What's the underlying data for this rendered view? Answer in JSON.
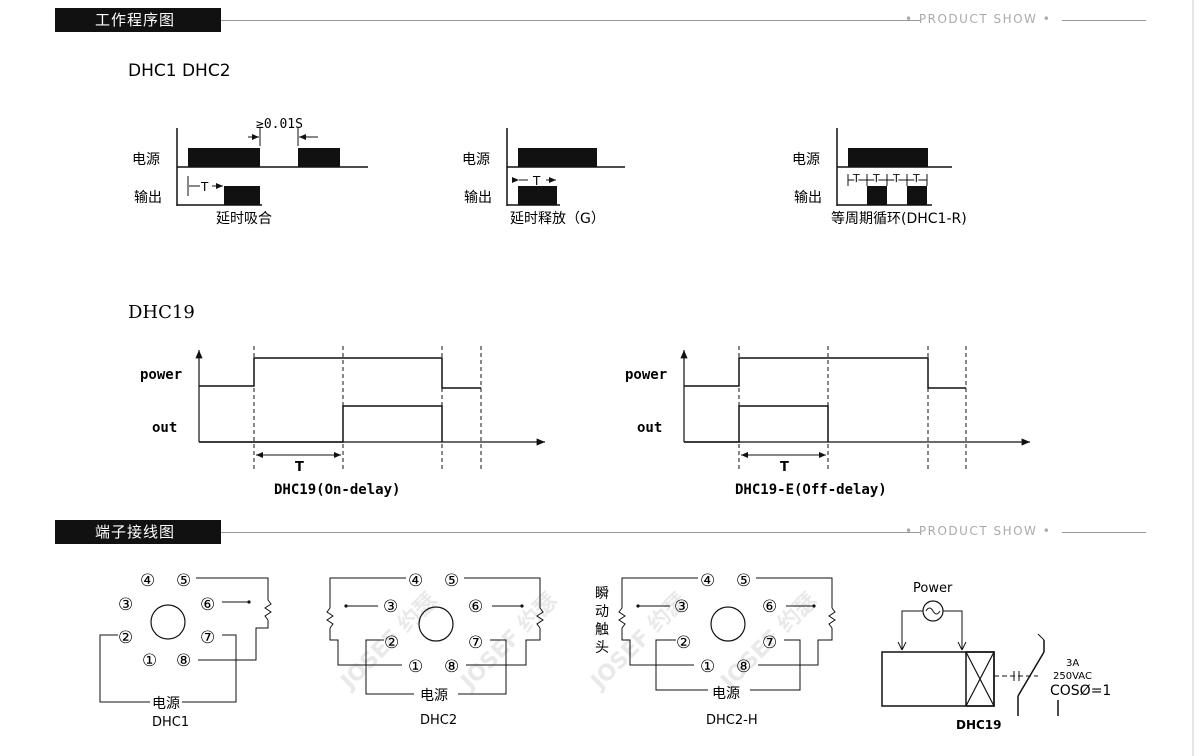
{
  "sections": [
    {
      "tab": "工作程序图",
      "product_show": "• PRODUCT SHOW •"
    },
    {
      "tab": "端子接线图",
      "product_show": "• PRODUCT SHOW •"
    }
  ],
  "timing1": {
    "heading": "DHC1  DHC2",
    "power_label": "电源",
    "output_label": "输出",
    "min_off": "≥0.01S",
    "t_symbol": "T",
    "d1_caption": "延时吸合",
    "d2_caption": "延时释放（G）",
    "d3_caption": "等周期循环(DHC1-R)"
  },
  "timing2": {
    "heading": "DHC19",
    "power_label": "power",
    "out_label": "out",
    "t_symbol": "T",
    "d1_caption": "DHC19(On-delay)",
    "d2_caption": "DHC19-E(Off-delay)"
  },
  "wiring": {
    "pins": [
      "④",
      "⑤",
      "③",
      "⑥",
      "②",
      "⑦",
      "①",
      "⑧"
    ],
    "supply_label": "电源",
    "instant_contact": "瞬动触头",
    "dhc1_caption": "DHC1",
    "dhc2_caption": "DHC2",
    "dhc2h_caption": "DHC2-H",
    "dhc19_power": "Power",
    "dhc19_rating_a": "3A",
    "dhc19_rating_v": "250VAC",
    "dhc19_cos": "COSØ=1",
    "dhc19_caption": "DHC19",
    "watermark": "JOSEF 约瑟"
  }
}
